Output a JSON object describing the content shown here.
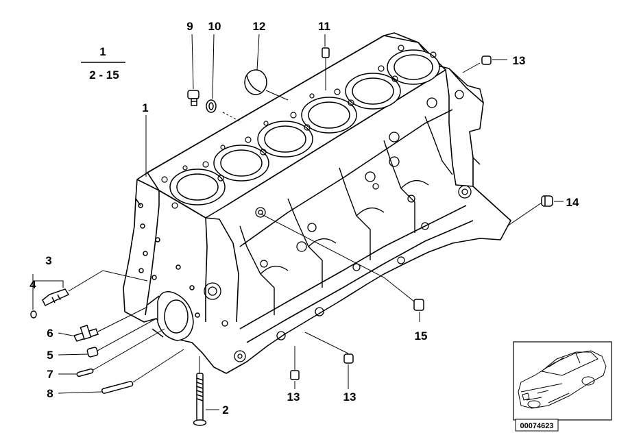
{
  "header": {
    "ref_number": "1",
    "ref_range": "2 - 15"
  },
  "callouts": {
    "c1": "1",
    "c2": "2",
    "c3": "3",
    "c4": "4",
    "c5": "5",
    "c6": "6",
    "c7": "7",
    "c8": "8",
    "c9": "9",
    "c10": "10",
    "c11": "11",
    "c12": "12",
    "c13": "13",
    "c14": "14",
    "c15": "15"
  },
  "thumbnail": {
    "image_id": "00074623"
  }
}
